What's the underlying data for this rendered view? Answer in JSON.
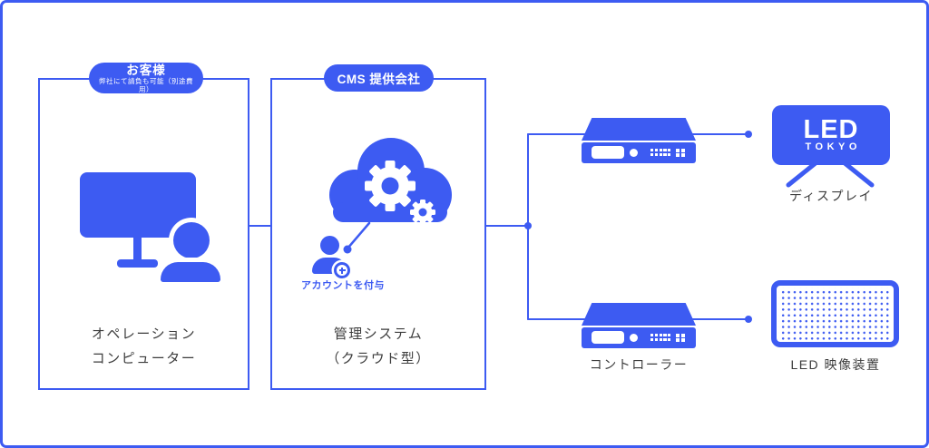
{
  "colors": {
    "primary_blue": "#3d5bf2",
    "label_text": "#3c3c3c",
    "background": "#ffffff"
  },
  "customer_section": {
    "badge_title": "お客様",
    "badge_subtitle": "弊社にて請負も可能（別途費用）",
    "caption_line1": "オペレーション",
    "caption_line2": "コンピューター"
  },
  "cms_section": {
    "badge_title": "CMS 提供会社",
    "account_label": "アカウントを付与",
    "caption_line1": "管理システム",
    "caption_line2": "（クラウド型）"
  },
  "output_section": {
    "display": {
      "logo_top": "LED",
      "logo_bottom": "TOKYO",
      "caption": "ディスプレイ"
    },
    "controller_caption": "コントローラー",
    "led_panel_caption": "LED 映像装置"
  }
}
